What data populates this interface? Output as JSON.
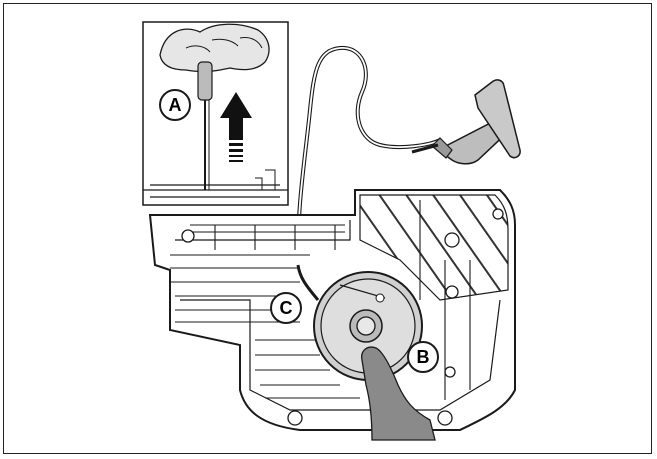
{
  "figure": {
    "callouts": [
      {
        "id": "A",
        "label": "A"
      },
      {
        "id": "B",
        "label": "B"
      },
      {
        "id": "C",
        "label": "C"
      }
    ],
    "colors": {
      "line": "#1a1a1a",
      "hatch": "#333333",
      "skin": "#d9d9d9",
      "hand": "#8a8a8a",
      "background": "#ffffff"
    },
    "icons": [
      "t-handle-wrench",
      "up-arrow",
      "hand",
      "cord",
      "starter-housing",
      "pulley"
    ]
  }
}
